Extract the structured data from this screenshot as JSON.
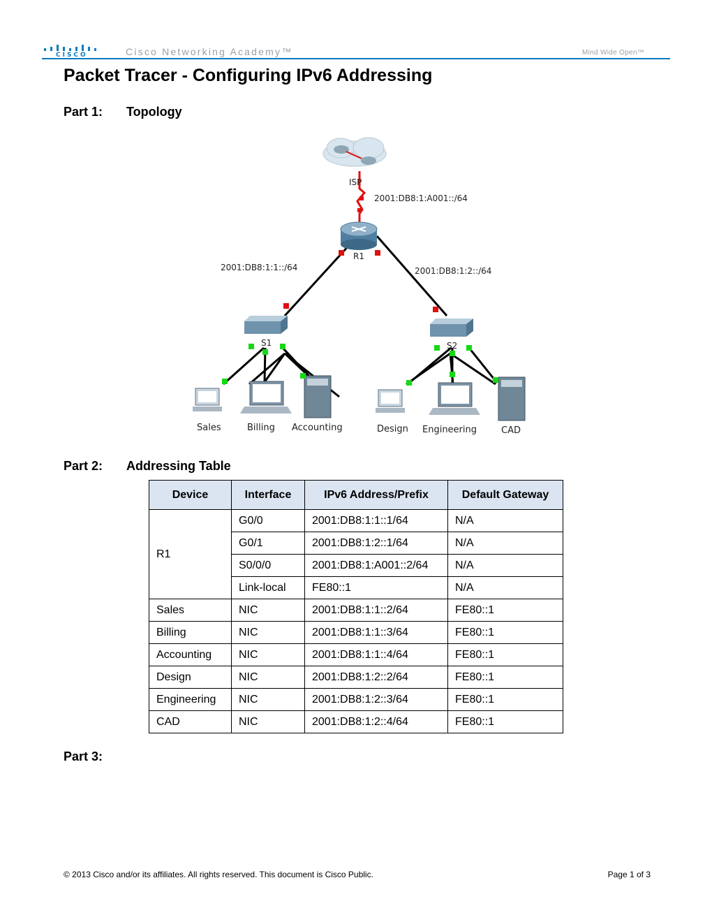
{
  "header": {
    "logo_text": "CISCO",
    "brand": "Cisco Networking Academy™",
    "tagline": "Mind Wide Open™",
    "rule_color": "#0a7bbf"
  },
  "title": "Packet Tracer - Configuring IPv6 Addressing",
  "parts": [
    {
      "num": "Part 1:",
      "label": "Topology"
    },
    {
      "num": "Part 2:",
      "label": "Addressing Table"
    },
    {
      "num": "Part 3:",
      "label": ""
    }
  ],
  "topology": {
    "cloud_label": "ISP",
    "router_label": "R1",
    "switch1_label": "S1",
    "switch2_label": "S2",
    "serial_net": "2001:DB8:1:A001::/64",
    "lan1_net": "2001:DB8:1:1::/64",
    "lan2_net": "2001:DB8:1:2::/64",
    "hosts": [
      "Sales",
      "Billing",
      "Accounting",
      "Design",
      "Engineering",
      "CAD"
    ],
    "colors": {
      "link_down": "#e01010",
      "link_up": "#16d816",
      "cable": "#000000"
    }
  },
  "table": {
    "headers": [
      "Device",
      "Interface",
      "IPv6 Address/Prefix",
      "Default Gateway"
    ],
    "r1": {
      "device": "R1",
      "rows": [
        [
          "G0/0",
          "2001:DB8:1:1::1/64",
          "N/A"
        ],
        [
          "G0/1",
          "2001:DB8:1:2::1/64",
          "N/A"
        ],
        [
          "S0/0/0",
          "2001:DB8:1:A001::2/64",
          "N/A"
        ],
        [
          "Link-local",
          "FE80::1",
          "N/A"
        ]
      ]
    },
    "rows": [
      [
        "Sales",
        "NIC",
        "2001:DB8:1:1::2/64",
        "FE80::1"
      ],
      [
        "Billing",
        "NIC",
        "2001:DB8:1:1::3/64",
        "FE80::1"
      ],
      [
        "Accounting",
        "NIC",
        "2001:DB8:1:1::4/64",
        "FE80::1"
      ],
      [
        "Design",
        "NIC",
        "2001:DB8:1:2::2/64",
        "FE80::1"
      ],
      [
        "Engineering",
        "NIC",
        "2001:DB8:1:2::3/64",
        "FE80::1"
      ],
      [
        "CAD",
        "NIC",
        "2001:DB8:1:2::4/64",
        "FE80::1"
      ]
    ]
  },
  "footer": {
    "copyright": "© 2013 Cisco and/or its affiliates. All rights reserved. This document is Cisco Public.",
    "page": "Page 1 of 3"
  }
}
